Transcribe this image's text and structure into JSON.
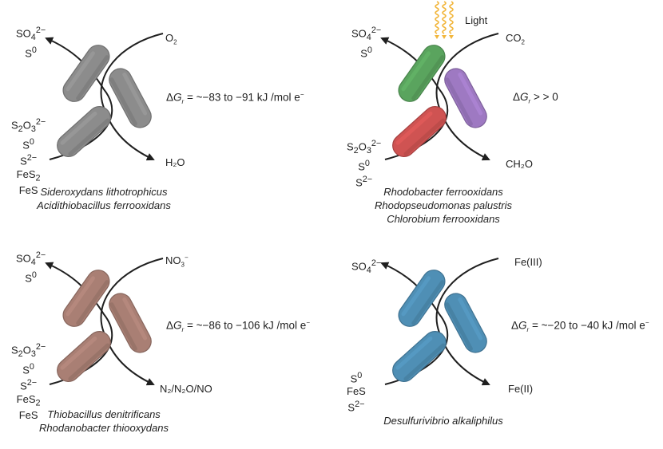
{
  "panels": [
    {
      "id": "aerobic",
      "bacteria_color": "#8c8c8c",
      "bacteria_colors": [
        "#8c8c8c",
        "#8c8c8c",
        "#8c8c8c"
      ],
      "product_labels": [
        {
          "base": "SO",
          "sub": "4",
          "sup": "2−"
        },
        {
          "base": "S",
          "sub": "",
          "sup": "0"
        }
      ],
      "substrate_labels": [
        {
          "base": "S",
          "sub": "2",
          "mid": "O",
          "sub2": "3",
          "sup": "2−"
        },
        {
          "base": "S",
          "sub": "",
          "sup": "0"
        },
        {
          "base": "S",
          "sub": "",
          "sup": "2−"
        },
        {
          "base": "FeS",
          "sub": "2",
          "sup": ""
        },
        {
          "base": "FeS",
          "sub": "",
          "sup": ""
        }
      ],
      "acceptor": {
        "base": "O",
        "sub": "2",
        "tail": "",
        "sup": ""
      },
      "reduced": {
        "text": "H₂O"
      },
      "delta_g": {
        "symbol": "ΔG",
        "sub": "r",
        "value": " = ~−83 to −91 kJ /mol e",
        "sup": "−"
      },
      "species": [
        "Sideroxydans lithotrophicus",
        "Acidithiobacillus ferrooxidans"
      ]
    },
    {
      "id": "phototrophic",
      "bacteria_colors": [
        "#5aa45e",
        "#cf5352",
        "#9e79c2"
      ],
      "light_label": "Light",
      "light_color": "#f2b63c",
      "product_labels": [
        {
          "base": "SO",
          "sub": "4",
          "sup": "2−"
        },
        {
          "base": "S",
          "sub": "",
          "sup": "0"
        }
      ],
      "substrate_labels": [
        {
          "base": "S",
          "sub": "2",
          "mid": "O",
          "sub2": "3",
          "sup": "2−"
        },
        {
          "base": "S",
          "sub": "",
          "sup": "0"
        },
        {
          "base": "S",
          "sub": "",
          "sup": "2−"
        }
      ],
      "acceptor": {
        "base": "CO",
        "sub": "2",
        "tail": "",
        "sup": ""
      },
      "reduced": {
        "text": "CH₂O"
      },
      "delta_g": {
        "symbol": "ΔG",
        "sub": "r",
        "value": " > > 0",
        "sup": ""
      },
      "species": [
        "Rhodobacter ferrooxidans",
        "Rhodopseudomonas palustris",
        "Chlorobium ferrooxidans"
      ]
    },
    {
      "id": "denitrifying",
      "bacteria_colors": [
        "#a97f74",
        "#a97f74",
        "#a97f74"
      ],
      "product_labels": [
        {
          "base": "SO",
          "sub": "4",
          "sup": "2−"
        },
        {
          "base": "S",
          "sub": "",
          "sup": "0"
        }
      ],
      "substrate_labels": [
        {
          "base": "S",
          "sub": "2",
          "mid": "O",
          "sub2": "3",
          "sup": "2−"
        },
        {
          "base": "S",
          "sub": "",
          "sup": "0"
        },
        {
          "base": "S",
          "sub": "",
          "sup": "2−"
        },
        {
          "base": "FeS",
          "sub": "2",
          "sup": ""
        },
        {
          "base": "FeS",
          "sub": "",
          "sup": ""
        }
      ],
      "acceptor": {
        "base": "NO",
        "sub": "3",
        "tail": "",
        "sup": "−"
      },
      "reduced": {
        "text": "N₂/N₂O/NO"
      },
      "delta_g": {
        "symbol": "ΔG",
        "sub": "r",
        "value": " = ~−86 to −106 kJ /mol e",
        "sup": "−"
      },
      "species": [
        "Thiobacillus denitrificans",
        "Rhodanobacter thiooxydans"
      ]
    },
    {
      "id": "iron-reducing",
      "bacteria_colors": [
        "#4f8fb5",
        "#4f8fb5",
        "#4f8fb5"
      ],
      "product_labels": [
        {
          "base": "SO",
          "sub": "4",
          "sup": "2−"
        }
      ],
      "substrate_labels": [
        {
          "base": "S",
          "sub": "",
          "sup": "0"
        },
        {
          "base": "FeS",
          "sub": "",
          "sup": ""
        },
        {
          "base": "S",
          "sub": "",
          "sup": "2−"
        }
      ],
      "acceptor": {
        "base": "Fe(III)",
        "sub": "",
        "tail": "",
        "sup": ""
      },
      "reduced": {
        "text": "Fe(II)"
      },
      "delta_g": {
        "symbol": "ΔG",
        "sub": "r",
        "value": " = ~−20 to −40 kJ /mol e",
        "sup": "−"
      },
      "species": [
        "Desulfurivibrio alkaliphilus"
      ]
    }
  ]
}
